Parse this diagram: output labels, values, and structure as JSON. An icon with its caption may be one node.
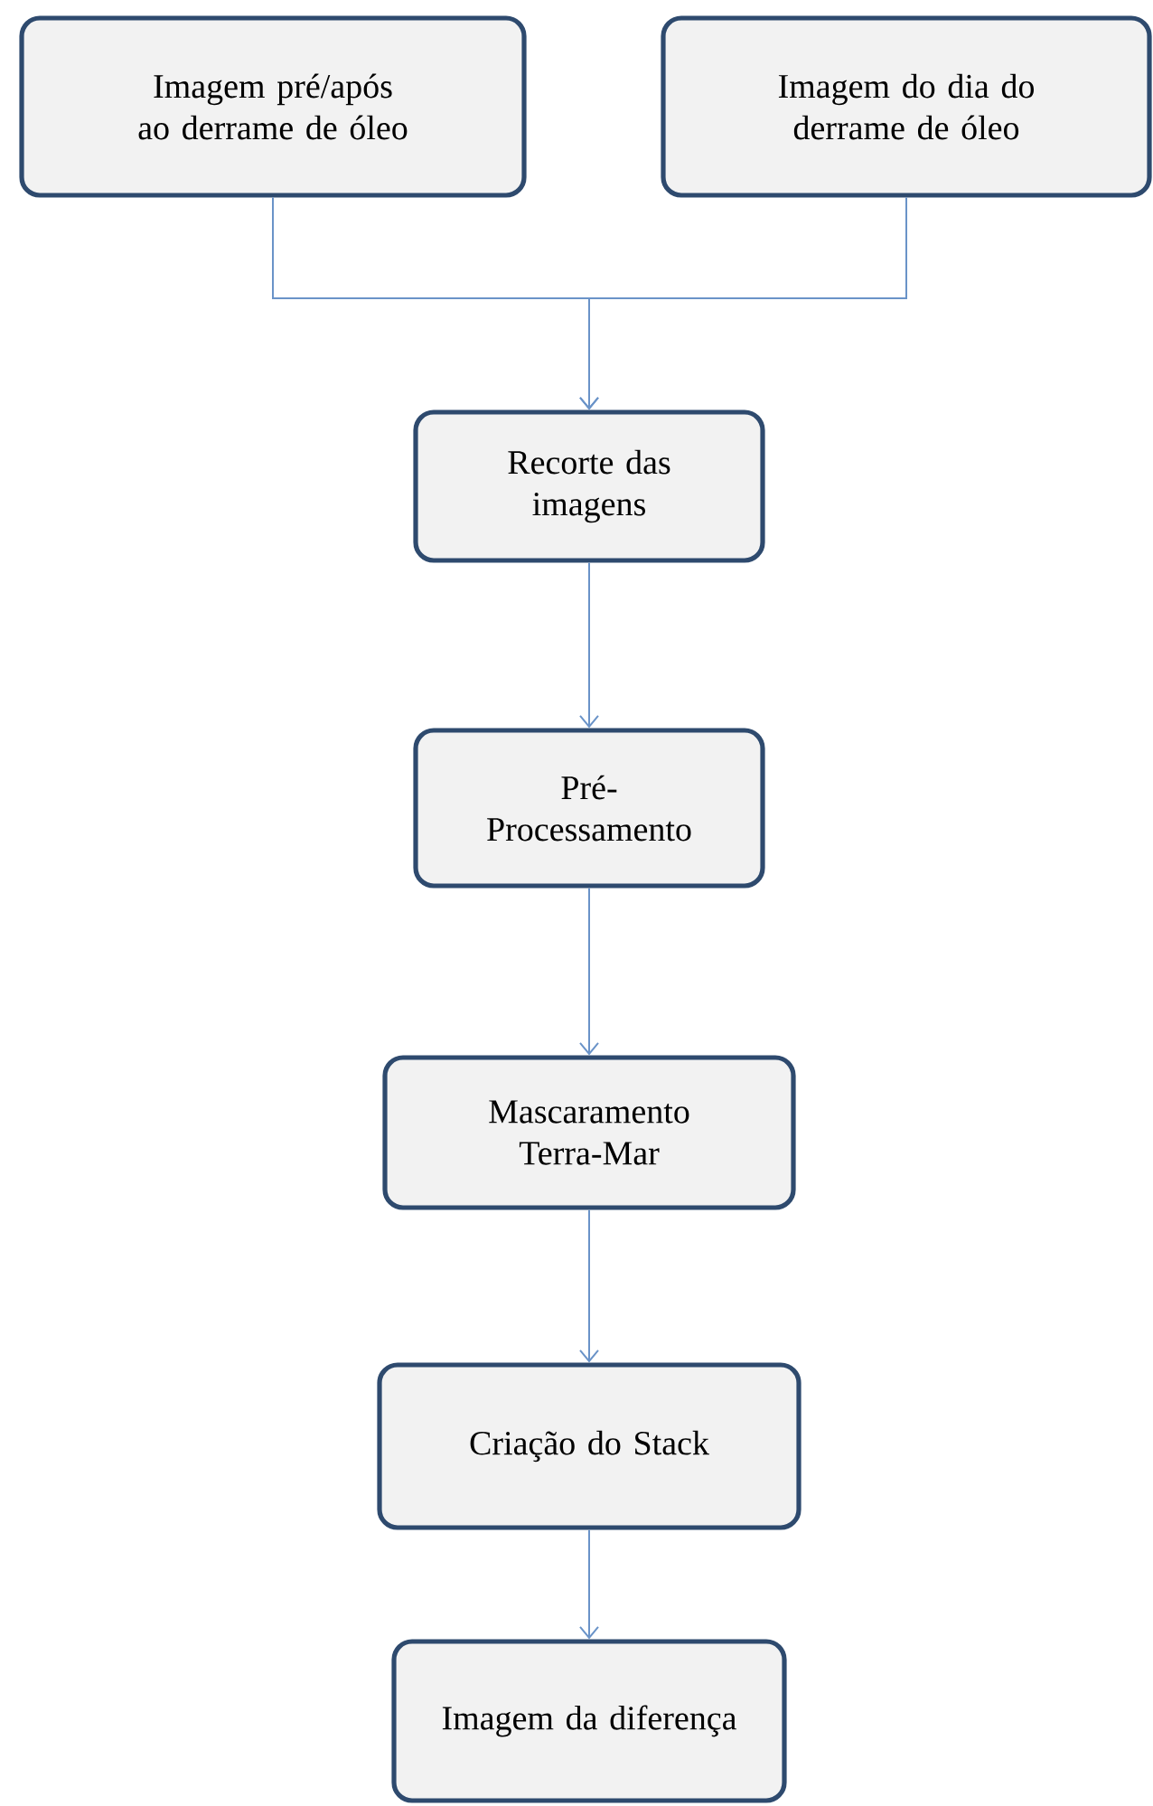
{
  "diagram": {
    "nodes": [
      {
        "text": [
          "Imagem pré/após ao derrame de óleo"
        ]
      },
      {
        "text": [
          "Imagem do dia do derrame de óleo"
        ]
      },
      {
        "text": [
          "Recorte das imagens"
        ]
      },
      {
        "text": [
          "Pré-Processamento"
        ]
      },
      {
        "text": [
          "Mascaramento Terra-Mar"
        ]
      },
      {
        "text": [
          "Criação do Stack"
        ]
      },
      {
        "text": [
          "Imagem da diferença"
        ]
      }
    ],
    "edges": [
      {
        "from": 0,
        "to": 2,
        "arrow": "to"
      },
      {
        "from": 1,
        "to": 2,
        "arrow": "to"
      },
      {
        "from": 2,
        "to": 3,
        "arrow": "to"
      },
      {
        "from": 3,
        "to": 4,
        "arrow": "to"
      },
      {
        "from": 4,
        "to": 5,
        "arrow": "to"
      },
      {
        "from": 5,
        "to": 6,
        "arrow": "to"
      }
    ]
  }
}
